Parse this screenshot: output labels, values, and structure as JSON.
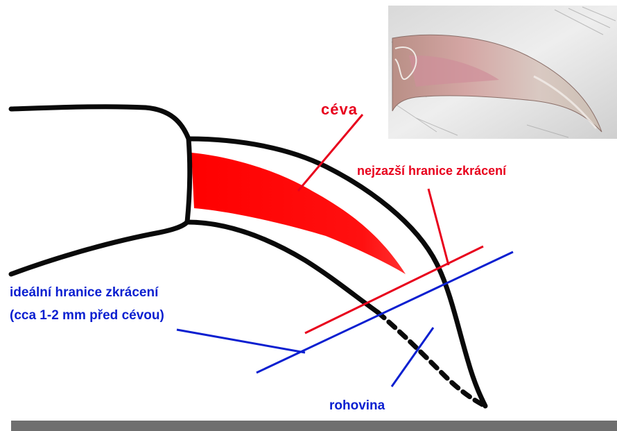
{
  "labels": {
    "vessel": "céva",
    "max_cut_limit": "nejzazší hranice zkrácení",
    "ideal_cut_limit_line1": "ideální hranice zkrácení",
    "ideal_cut_limit_line2": "(cca 1-2 mm před cévou)",
    "horn": "rohovina"
  },
  "colors": {
    "vessel_red": "#ff0000",
    "label_red": "#e8001c",
    "label_blue": "#0a1fd0",
    "outline": "#0a0a0a",
    "bottom_bar": "#6f6f6f"
  },
  "photo": {
    "description_icon": "claw-photo"
  }
}
